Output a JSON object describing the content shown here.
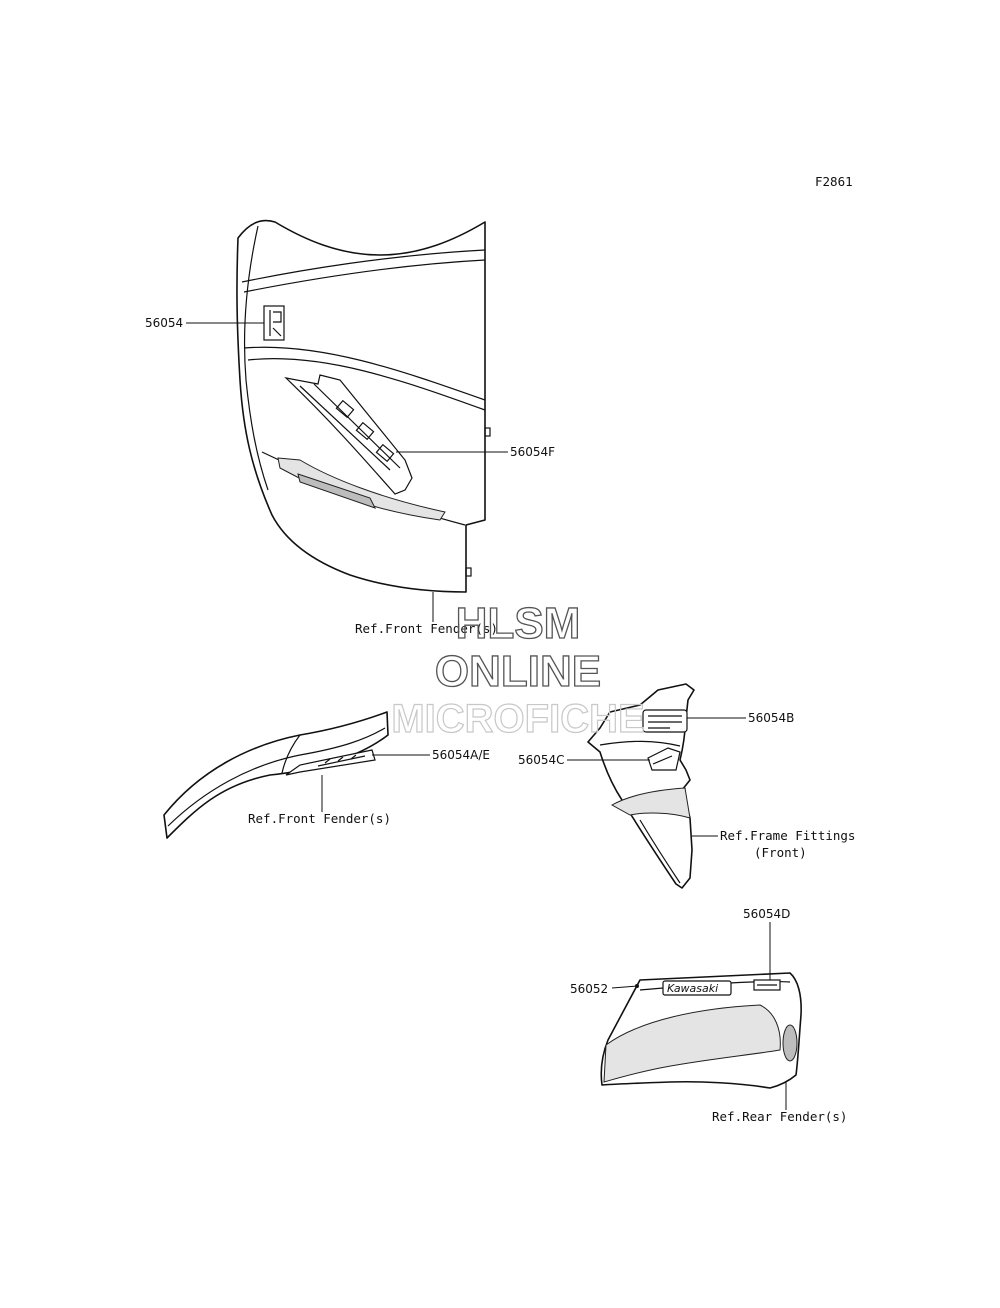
{
  "figure_code": "F2861",
  "parts": {
    "p56054": "56054",
    "p56054F": "56054F",
    "p56054AE": "56054A/E",
    "p56054B": "56054B",
    "p56054C": "56054C",
    "p56054D": "56054D",
    "p56052": "56052"
  },
  "references": {
    "front_fender_1": "Ref.Front Fender(s)",
    "front_fender_2": "Ref.Front Fender(s)",
    "frame_fittings_line1": "Ref.Frame Fittings",
    "frame_fittings_line2": "(Front)",
    "rear_fender": "Ref.Rear Fender(s)"
  },
  "decal_text": {
    "kawasaki": "Kawasaki"
  },
  "watermark": {
    "line1": "HLSM",
    "line2": "ONLINE",
    "line3": "MICROFICHE"
  }
}
